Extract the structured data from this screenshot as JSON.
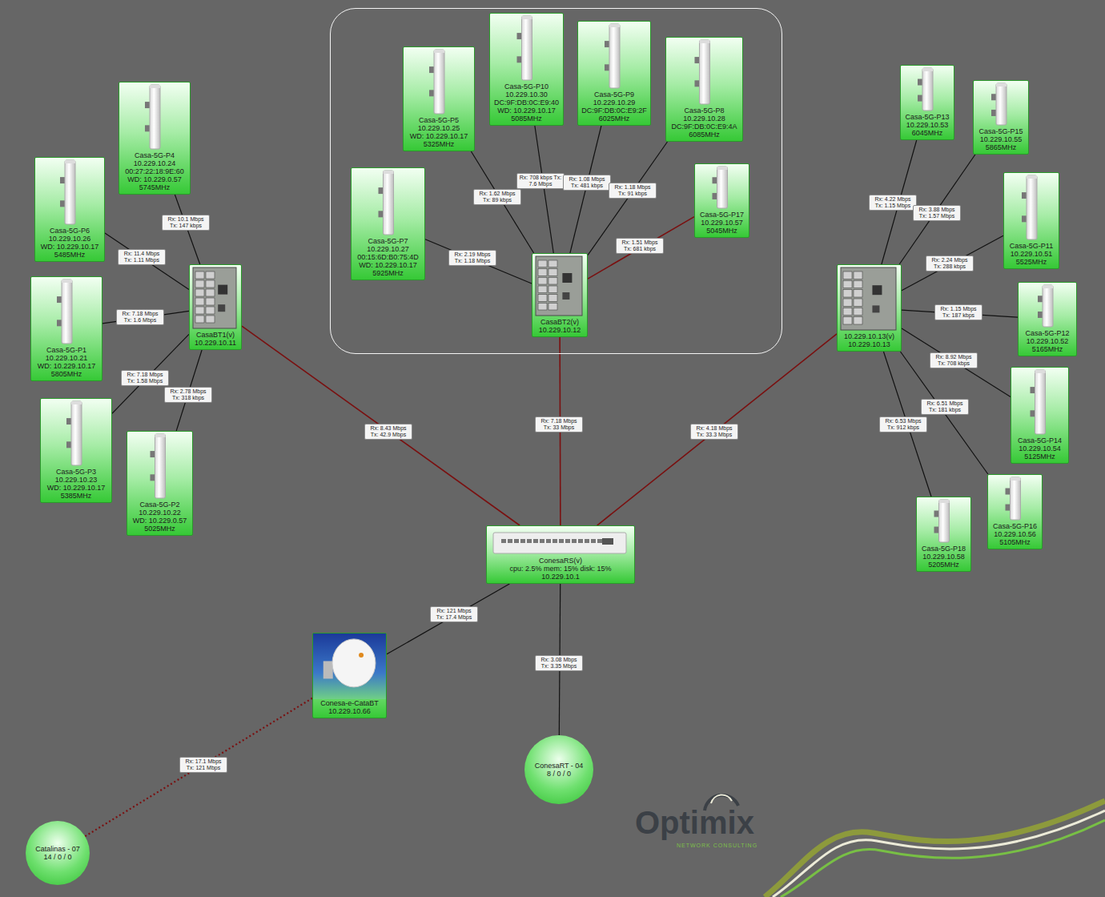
{
  "diagram": {
    "nodes": [
      {
        "text": []
      },
      {
        "text": [
          "Casa-5G-P5",
          "10.229.10.25",
          "WD: 10.229.10.17",
          "5325MHz"
        ],
        "in": 0
      },
      {
        "text": [
          "Casa-5G-P10",
          "10.229.10.30",
          "DC:9F:DB:0C:E9:40",
          "WD: 10.229.10.17",
          "5085MHz"
        ],
        "in": 0
      },
      {
        "text": [
          "Casa-5G-P9",
          "10.229.10.29",
          "DC:9F:DB:0C:E9:2F",
          "6025MHz"
        ],
        "in": 0
      },
      {
        "text": [
          "Casa-5G-P8",
          "10.229.10.28",
          "DC:9F:DB:0C:E9:4A",
          "6085MHz"
        ],
        "in": 0
      },
      {
        "text": [
          "Casa-5G-P7",
          "10.229.10.27",
          "00:15:6D:B0:75:4D",
          "WD: 10.229.10.17",
          "5925MHz"
        ],
        "in": 0
      },
      {
        "text": [
          "Casa-5G-P17",
          "10.229.10.57",
          "5045MHz"
        ],
        "in": 0
      },
      {
        "text": [
          "CasaBT2(v)",
          "10.229.10.12"
        ],
        "in": 0
      },
      {
        "text": [
          "Casa-5G-P4",
          "10.229.10.24",
          "00:27:22:18:9E:60",
          "WD: 10.229.0.57",
          "5745MHz"
        ]
      },
      {
        "text": [
          "Casa-5G-P6",
          "10.229.10.26",
          "WD: 10.229.10.17",
          "5485MHz"
        ]
      },
      {
        "text": [
          "Casa-5G-P1",
          "10.229.10.21",
          "WD: 10.229.10.17",
          "5805MHz"
        ]
      },
      {
        "text": [
          "Casa-5G-P3",
          "10.229.10.23",
          "WD: 10.229.10.17",
          "5385MHz"
        ]
      },
      {
        "text": [
          "Casa-5G-P2",
          "10.229.10.22",
          "WD: 10.229.0.57",
          "5025MHz"
        ]
      },
      {
        "text": [
          "CasaBT1(v)",
          "10.229.10.11"
        ]
      },
      {
        "text": [
          "Casa-5G-P13",
          "10.229.10.53",
          "6045MHz"
        ]
      },
      {
        "text": [
          "Casa-5G-P15",
          "10.229.10.55",
          "5865MHz"
        ]
      },
      {
        "text": [
          "Casa-5G-P11",
          "10.229.10.51",
          "5525MHz"
        ]
      },
      {
        "text": [
          "Casa-5G-P12",
          "10.229.10.52",
          "5165MHz"
        ]
      },
      {
        "text": [
          "Casa-5G-P14",
          "10.229.10.54",
          "5125MHz"
        ]
      },
      {
        "text": [
          "Casa-5G-P16",
          "10.229.10.56",
          "5105MHz"
        ]
      },
      {
        "text": [
          "Casa-5G-P18",
          "10.229.10.58",
          "5205MHz"
        ]
      },
      {
        "text": [
          "10.229.10.13(v)",
          "10.229.10.13"
        ]
      },
      {
        "text": [
          "ConesaRS(v)",
          "cpu: 2.5% mem: 15% disk: 15%",
          "10.229.10.1"
        ]
      },
      {
        "text": [
          "Conesa-e-CataBT",
          "10.229.10.66"
        ]
      },
      {
        "text": [
          "ConesaRT - 04",
          "8 / 0 / 0"
        ]
      },
      {
        "text": [
          "Catalinas - 07",
          "14 / 0 / 0"
        ]
      }
    ],
    "edges": [
      {
        "from": 13,
        "to": 8,
        "arrow": "none",
        "label": "Rx: 10.1 Mbps Tx: 147 kbps"
      },
      {
        "from": 13,
        "to": 9,
        "arrow": "none",
        "label": "Rx: 11.4 Mbps Tx: 1.11 Mbps"
      },
      {
        "from": 13,
        "to": 10,
        "arrow": "none",
        "label": "Rx: 7.18 Mbps Tx: 1.6 Mbps"
      },
      {
        "from": 13,
        "to": 11,
        "arrow": "none",
        "label": "Rx: 7.18 Mbps Tx: 1.58 Mbps"
      },
      {
        "from": 13,
        "to": 12,
        "arrow": "none",
        "label": "Rx: 2.78 Mbps Tx: 318 kbps"
      },
      {
        "from": 7,
        "to": 1,
        "arrow": "none",
        "label": "Rx: 1.62 Mbps Tx: 89 kbps"
      },
      {
        "from": 7,
        "to": 2,
        "arrow": "none",
        "label": "Rx: 708 kbps Tx: 7.6 Mbps"
      },
      {
        "from": 7,
        "to": 3,
        "arrow": "none",
        "label": "Rx: 1.08 Mbps Tx: 481 kbps"
      },
      {
        "from": 7,
        "to": 4,
        "arrow": "none",
        "label": "Rx: 1.18 Mbps Tx: 91 kbps"
      },
      {
        "from": 7,
        "to": 5,
        "arrow": "none",
        "label": "Rx: 2.19 Mbps Tx: 1.18 Mbps"
      },
      {
        "from": 7,
        "to": 6,
        "arrow": "none",
        "label": "Rx: 1.51 Mbps Tx: 681 kbps"
      },
      {
        "from": 21,
        "to": 14,
        "arrow": "none",
        "label": "Rx: 4.22 Mbps Tx: 1.15 Mbps"
      },
      {
        "from": 21,
        "to": 15,
        "arrow": "none",
        "label": "Rx: 3.88 Mbps Tx: 1.57 Mbps"
      },
      {
        "from": 21,
        "to": 16,
        "arrow": "none",
        "label": "Rx: 2.24 Mbps Tx: 288 kbps"
      },
      {
        "from": 21,
        "to": 17,
        "arrow": "none",
        "label": "Rx: 1.15 Mbps Tx: 187 kbps"
      },
      {
        "from": 21,
        "to": 18,
        "arrow": "none",
        "label": "Rx: 8.92 Mbps Tx: 708 kbps"
      },
      {
        "from": 21,
        "to": 19,
        "arrow": "none",
        "label": "Rx: 6.51 Mbps Tx: 181 kbps"
      },
      {
        "from": 21,
        "to": 20,
        "arrow": "none",
        "label": "Rx: 6.53 Mbps Tx: 912 kbps"
      },
      {
        "from": 22,
        "to": 13,
        "arrow": "none",
        "label": "Rx: 8.43 Mbps Tx: 42.9 Mbps"
      },
      {
        "from": 22,
        "to": 7,
        "arrow": "none",
        "label": "Rx: 7.18 Mbps Tx: 33 Mbps"
      },
      {
        "from": 22,
        "to": 21,
        "arrow": "none",
        "label": "Rx: 4.18 Mbps Tx: 33.3 Mbps"
      },
      {
        "from": 22,
        "to": 23,
        "arrow": "none",
        "label": "Rx: 121 Mbps Tx: 17.4 Mbps"
      },
      {
        "from": 22,
        "to": 24,
        "arrow": "none",
        "label": "Rx: 3.08 Mbps Tx: 3.35 Mbps"
      },
      {
        "from": 23,
        "to": 25,
        "arrow": "none",
        "label": "Rx: 17.1 Mbps Tx: 121 Mbps"
      }
    ],
    "labels": [
      "Optimix",
      "NETWORK CONSULTING"
    ]
  }
}
